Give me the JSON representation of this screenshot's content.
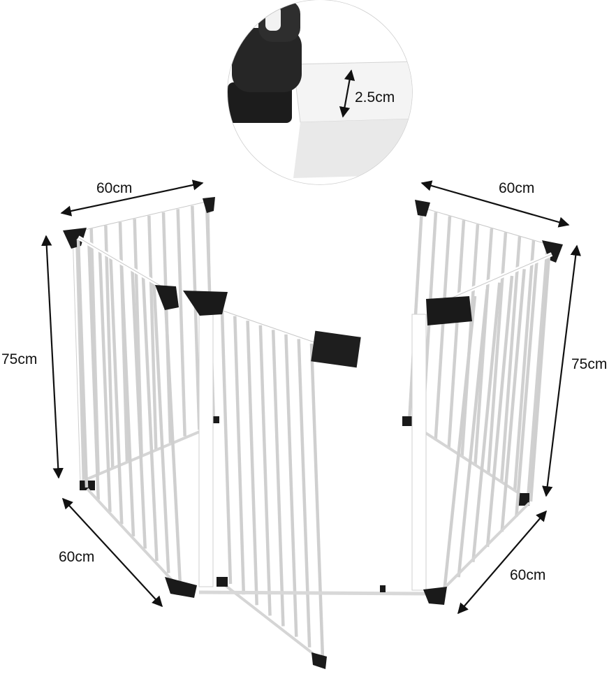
{
  "colors": {
    "frame": "#ffffff",
    "frame_edge": "#c9c9c9",
    "fittings": "#1a1a1a",
    "arrows": "#111111",
    "inset_bg": "#efefef"
  },
  "inset": {
    "thickness_label": "2.5cm"
  },
  "dimensions": {
    "left_panel_width": "60cm",
    "right_panel_width": "60cm",
    "left_height": "75cm",
    "right_height": "75cm",
    "front_left_width": "60cm",
    "front_right_width": "60cm"
  }
}
